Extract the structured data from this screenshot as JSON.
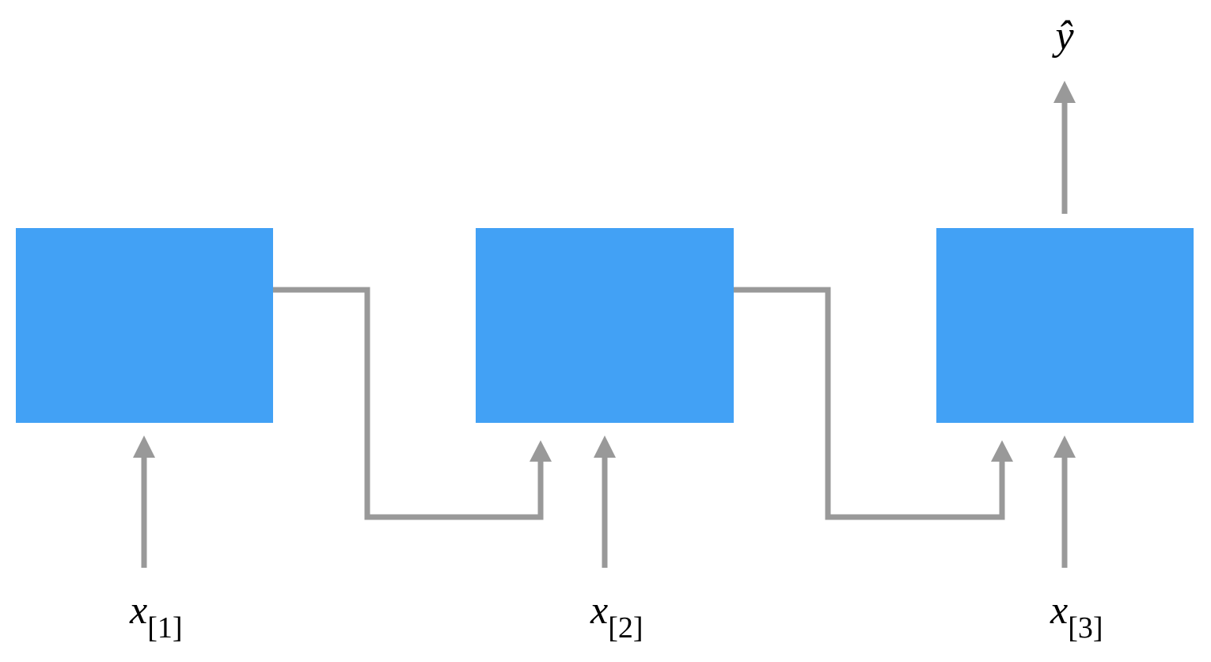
{
  "colors": {
    "block_fill": "#42a1f5",
    "arrow": "#999999",
    "label": "#000000"
  },
  "blocks": [
    {
      "id": "block-1"
    },
    {
      "id": "block-2"
    },
    {
      "id": "block-3"
    }
  ],
  "inputs": [
    {
      "var": "x",
      "sub": "[1]"
    },
    {
      "var": "x",
      "sub": "[2]"
    },
    {
      "var": "x",
      "sub": "[3]"
    }
  ],
  "output": {
    "label": "ŷ"
  }
}
